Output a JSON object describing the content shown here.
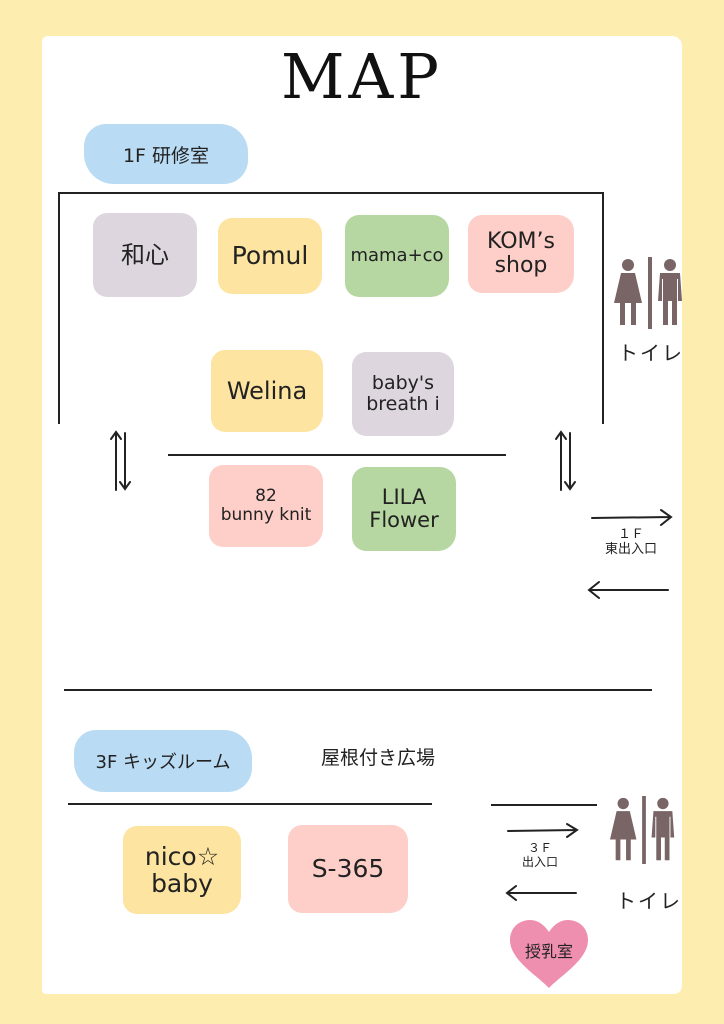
{
  "title": "MAP",
  "colors": {
    "background": "#fdeeb0",
    "paper": "#ffffff",
    "floor_label": "#b9dcf4",
    "shop_gray": "#ddd6df",
    "shop_yellow": "#fde4a0",
    "shop_green": "#b6d7a2",
    "shop_pink": "#fdcfc8",
    "toilet_icon": "#7a6566",
    "heart": "#ef8fb0"
  },
  "floor1": {
    "label": "1F 研修室",
    "shops": [
      {
        "name": "和心",
        "color": "gray"
      },
      {
        "name": "Pomul",
        "color": "yellow"
      },
      {
        "name": "mama+co",
        "color": "green"
      },
      {
        "name": "KOM’s\nshop",
        "color": "pink"
      },
      {
        "name": "Welina",
        "color": "yellow"
      },
      {
        "name": "baby's\nbreath i",
        "color": "gray"
      },
      {
        "name": "82\nbunny knit",
        "color": "pink"
      },
      {
        "name": "LILA\nFlower",
        "color": "green"
      }
    ],
    "toilet_label": "トイレ",
    "entrance_label": "１Ｆ\n東出入口",
    "icons": [
      "up-down-arrows-icon",
      "up-down-arrows-icon",
      "right-arrow-icon",
      "left-arrow-icon",
      "restroom-icon"
    ]
  },
  "floor3": {
    "label": "3F キッズルーム",
    "plaza_label": "屋根付き広場",
    "shops": [
      {
        "name": "nico☆\nbaby",
        "color": "yellow"
      },
      {
        "name": "S-365",
        "color": "pink"
      }
    ],
    "entrance_label": "３Ｆ\n出入口",
    "toilet_label": "トイレ",
    "nursing_room_label": "授乳室",
    "icons": [
      "right-arrow-icon",
      "left-arrow-icon",
      "restroom-icon",
      "heart-icon"
    ]
  }
}
